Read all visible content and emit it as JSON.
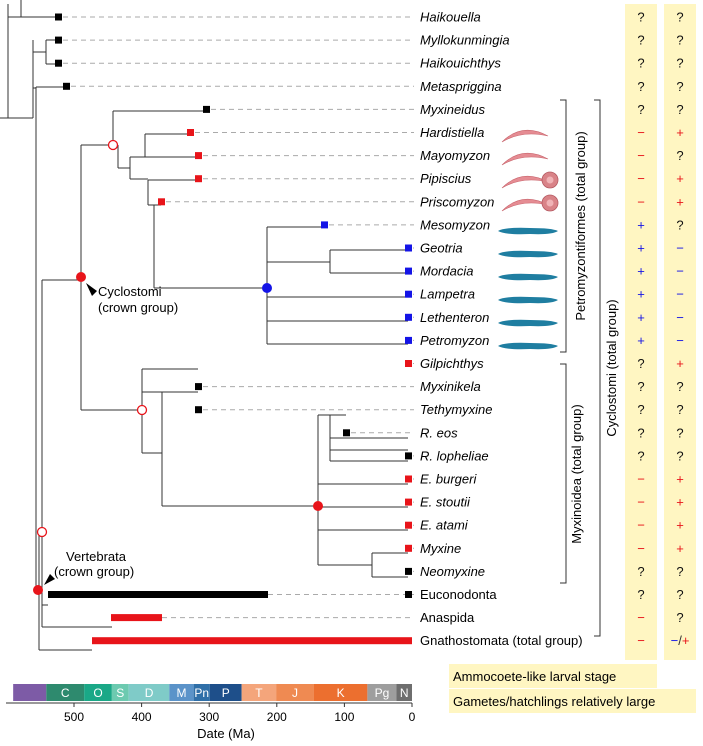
{
  "figure": {
    "taxa": [
      {
        "name": "Haikouella",
        "italic": true,
        "leaf": "black",
        "c1": "?",
        "c2": "?"
      },
      {
        "name": "Myllokunmingia",
        "italic": true,
        "leaf": "black",
        "c1": "?",
        "c2": "?"
      },
      {
        "name": "Haikouichthys",
        "italic": true,
        "leaf": "black",
        "c1": "?",
        "c2": "?"
      },
      {
        "name": "Metaspriggina",
        "italic": true,
        "leaf": "black",
        "c1": "?",
        "c2": "?"
      },
      {
        "name": "Myxineidus",
        "italic": true,
        "leaf": "black",
        "c1": "?",
        "c2": "?"
      },
      {
        "name": "Hardistiella",
        "italic": true,
        "leaf": "red",
        "c1": "−",
        "c2": "+"
      },
      {
        "name": "Mayomyzon",
        "italic": true,
        "leaf": "red",
        "c1": "−",
        "c2": "?"
      },
      {
        "name": "Pipiscius",
        "italic": true,
        "leaf": "red",
        "c1": "−",
        "c2": "+"
      },
      {
        "name": "Priscomyzon",
        "italic": true,
        "leaf": "red",
        "c1": "−",
        "c2": "+"
      },
      {
        "name": "Mesomyzon",
        "italic": true,
        "leaf": "blue",
        "c1": "+",
        "c2": "?"
      },
      {
        "name": "Geotria",
        "italic": true,
        "leaf": "blue",
        "c1": "+",
        "c2": "−"
      },
      {
        "name": "Mordacia",
        "italic": true,
        "leaf": "blue",
        "c1": "+",
        "c2": "−"
      },
      {
        "name": "Lampetra",
        "italic": true,
        "leaf": "blue",
        "c1": "+",
        "c2": "−"
      },
      {
        "name": "Lethenteron",
        "italic": true,
        "leaf": "blue",
        "c1": "+",
        "c2": "−"
      },
      {
        "name": "Petromyzon",
        "italic": true,
        "leaf": "blue",
        "c1": "+",
        "c2": "−"
      },
      {
        "name": "Gilpichthys",
        "italic": true,
        "leaf": "red",
        "c1": "?",
        "c2": "+"
      },
      {
        "name": "Myxinikela",
        "italic": true,
        "leaf": "black",
        "c1": "?",
        "c2": "?"
      },
      {
        "name": "Tethymyxine",
        "italic": true,
        "leaf": "black",
        "c1": "?",
        "c2": "?"
      },
      {
        "name": "R. eos",
        "italic": true,
        "leaf": "black",
        "c1": "?",
        "c2": "?"
      },
      {
        "name": "R. lopheliae",
        "italic": true,
        "leaf": "black",
        "c1": "?",
        "c2": "?"
      },
      {
        "name": "E. burgeri",
        "italic": true,
        "leaf": "red",
        "c1": "−",
        "c2": "+"
      },
      {
        "name": "E. stoutii",
        "italic": true,
        "leaf": "red",
        "c1": "−",
        "c2": "+"
      },
      {
        "name": "E. atami",
        "italic": true,
        "leaf": "red",
        "c1": "−",
        "c2": "+"
      },
      {
        "name": "Myxine",
        "italic": true,
        "leaf": "red",
        "c1": "−",
        "c2": "+"
      },
      {
        "name": "Neomyxine",
        "italic": true,
        "leaf": "black",
        "c1": "?",
        "c2": "?"
      },
      {
        "name": "Euconodonta",
        "italic": false,
        "leaf": "none",
        "c1": "?",
        "c2": "?"
      },
      {
        "name": "Anaspida",
        "italic": false,
        "leaf": "none",
        "c1": "−",
        "c2": "?"
      },
      {
        "name": "Gnathostomata (total group)",
        "italic": false,
        "leaf": "none",
        "c1": "−",
        "c2": "−/+"
      }
    ],
    "annotations": {
      "cyclostomi_crown": [
        "Cyclostomi",
        "(crown group)"
      ],
      "vertebrata_crown": [
        "Vertebrata",
        "(crown group)"
      ],
      "petromyzontiformes": "Petromyzontiformes (total group)",
      "cyclostomi_total": "Cyclostomi (total group)",
      "myxinoidea": "Myxinoidea (total group)"
    },
    "legend": {
      "char1": "Ammocoete-like larval stage",
      "char2": "Gametes/hatchlings relatively large"
    },
    "time_axis": {
      "label": "Date (Ma)",
      "ticks": [
        "500",
        "400",
        "300",
        "200",
        "100",
        "0"
      ],
      "periods": [
        {
          "abbr": "",
          "color": "#7d5ba6"
        },
        {
          "abbr": "C",
          "color": "#2e8a6e"
        },
        {
          "abbr": "O",
          "color": "#1aa887"
        },
        {
          "abbr": "S",
          "color": "#6ccab0"
        },
        {
          "abbr": "D",
          "color": "#7fcbc8"
        },
        {
          "abbr": "M",
          "color": "#5b93c9"
        },
        {
          "abbr": "Pn",
          "color": "#2f6fa8"
        },
        {
          "abbr": "P",
          "color": "#1e4f8a"
        },
        {
          "abbr": "T",
          "color": "#f4a57b"
        },
        {
          "abbr": "J",
          "color": "#ef8a52"
        },
        {
          "abbr": "K",
          "color": "#ec6f2f"
        },
        {
          "abbr": "Pg",
          "color": "#9e9e9e"
        },
        {
          "abbr": "N",
          "color": "#6e6e6e"
        }
      ]
    },
    "colors": {
      "red": "#e8141a",
      "blue": "#1414e6",
      "black": "#000000",
      "plus_minus_red": "#e8141a",
      "plus_minus_blue": "#1414e6",
      "char_box": "#fff6c2",
      "lamprey_larva": "#e58c93",
      "adult_lamprey": "#1f7ea1"
    }
  }
}
